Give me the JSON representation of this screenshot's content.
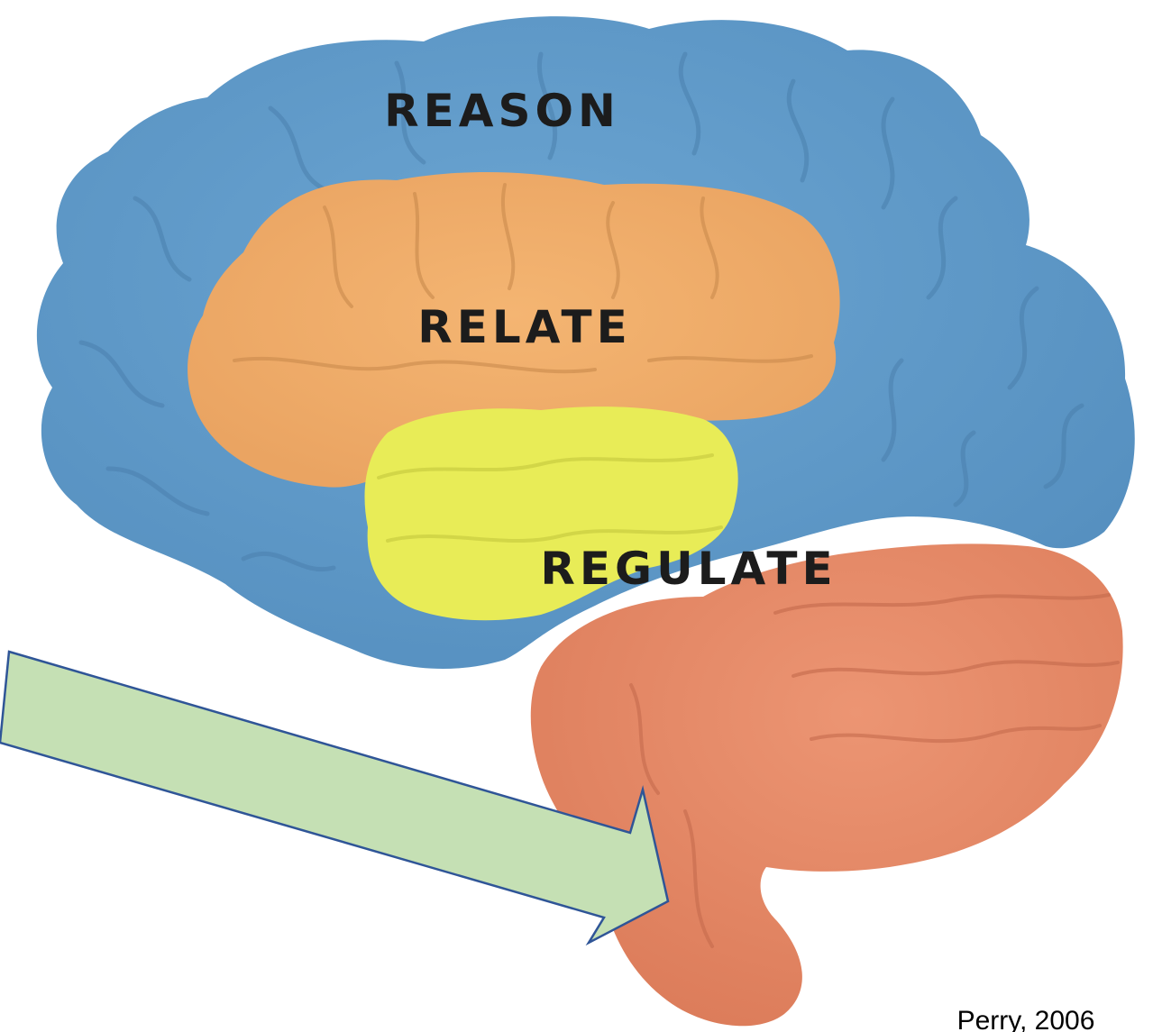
{
  "diagram": {
    "regions": [
      {
        "id": "cortex",
        "label": "REASON",
        "color": "#5f9bc9"
      },
      {
        "id": "limbic",
        "label": "RELATE",
        "color": "#f0ae6a"
      },
      {
        "id": "diencephalon",
        "label": "",
        "color": "#e8ec57"
      },
      {
        "id": "brainstem-cerebellum",
        "label": "REGULATE",
        "color": "#e88a66"
      }
    ],
    "arrow": {
      "fill": "#c5e0b4",
      "stroke": "#2f5597"
    },
    "citation": "Perry, 2006"
  }
}
